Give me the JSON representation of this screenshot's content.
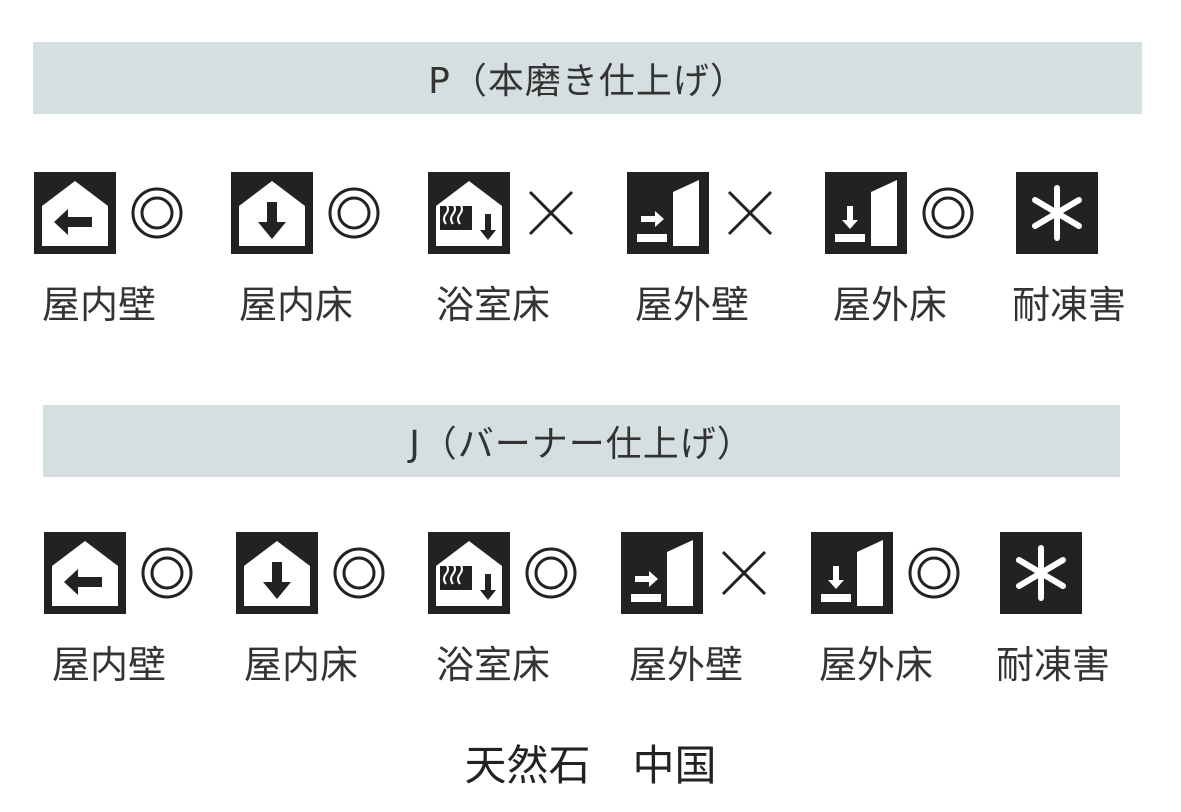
{
  "sections": [
    {
      "title": "P（本磨き仕上げ）",
      "items": [
        {
          "label": "屋内壁",
          "icon": "indoor-wall-icon",
          "rating": "circle"
        },
        {
          "label": "屋内床",
          "icon": "indoor-floor-icon",
          "rating": "circle"
        },
        {
          "label": "浴室床",
          "icon": "bathroom-floor-icon",
          "rating": "cross"
        },
        {
          "label": "屋外壁",
          "icon": "outdoor-wall-icon",
          "rating": "cross"
        },
        {
          "label": "屋外床",
          "icon": "outdoor-floor-icon",
          "rating": "circle"
        },
        {
          "label": "耐凍害",
          "icon": "frost-resistance-icon",
          "rating": ""
        }
      ]
    },
    {
      "title": "J（バーナー仕上げ）",
      "items": [
        {
          "label": "屋内壁",
          "icon": "indoor-wall-icon",
          "rating": "circle"
        },
        {
          "label": "屋内床",
          "icon": "indoor-floor-icon",
          "rating": "circle"
        },
        {
          "label": "浴室床",
          "icon": "bathroom-floor-icon",
          "rating": "circle"
        },
        {
          "label": "屋外壁",
          "icon": "outdoor-wall-icon",
          "rating": "cross"
        },
        {
          "label": "屋外床",
          "icon": "outdoor-floor-icon",
          "rating": "circle"
        },
        {
          "label": "耐凍害",
          "icon": "frost-resistance-icon",
          "rating": ""
        }
      ]
    }
  ],
  "footer": "天然石　中国",
  "colors": {
    "bar": "#d6dfe0",
    "icon": "#222222",
    "text": "#333333"
  }
}
